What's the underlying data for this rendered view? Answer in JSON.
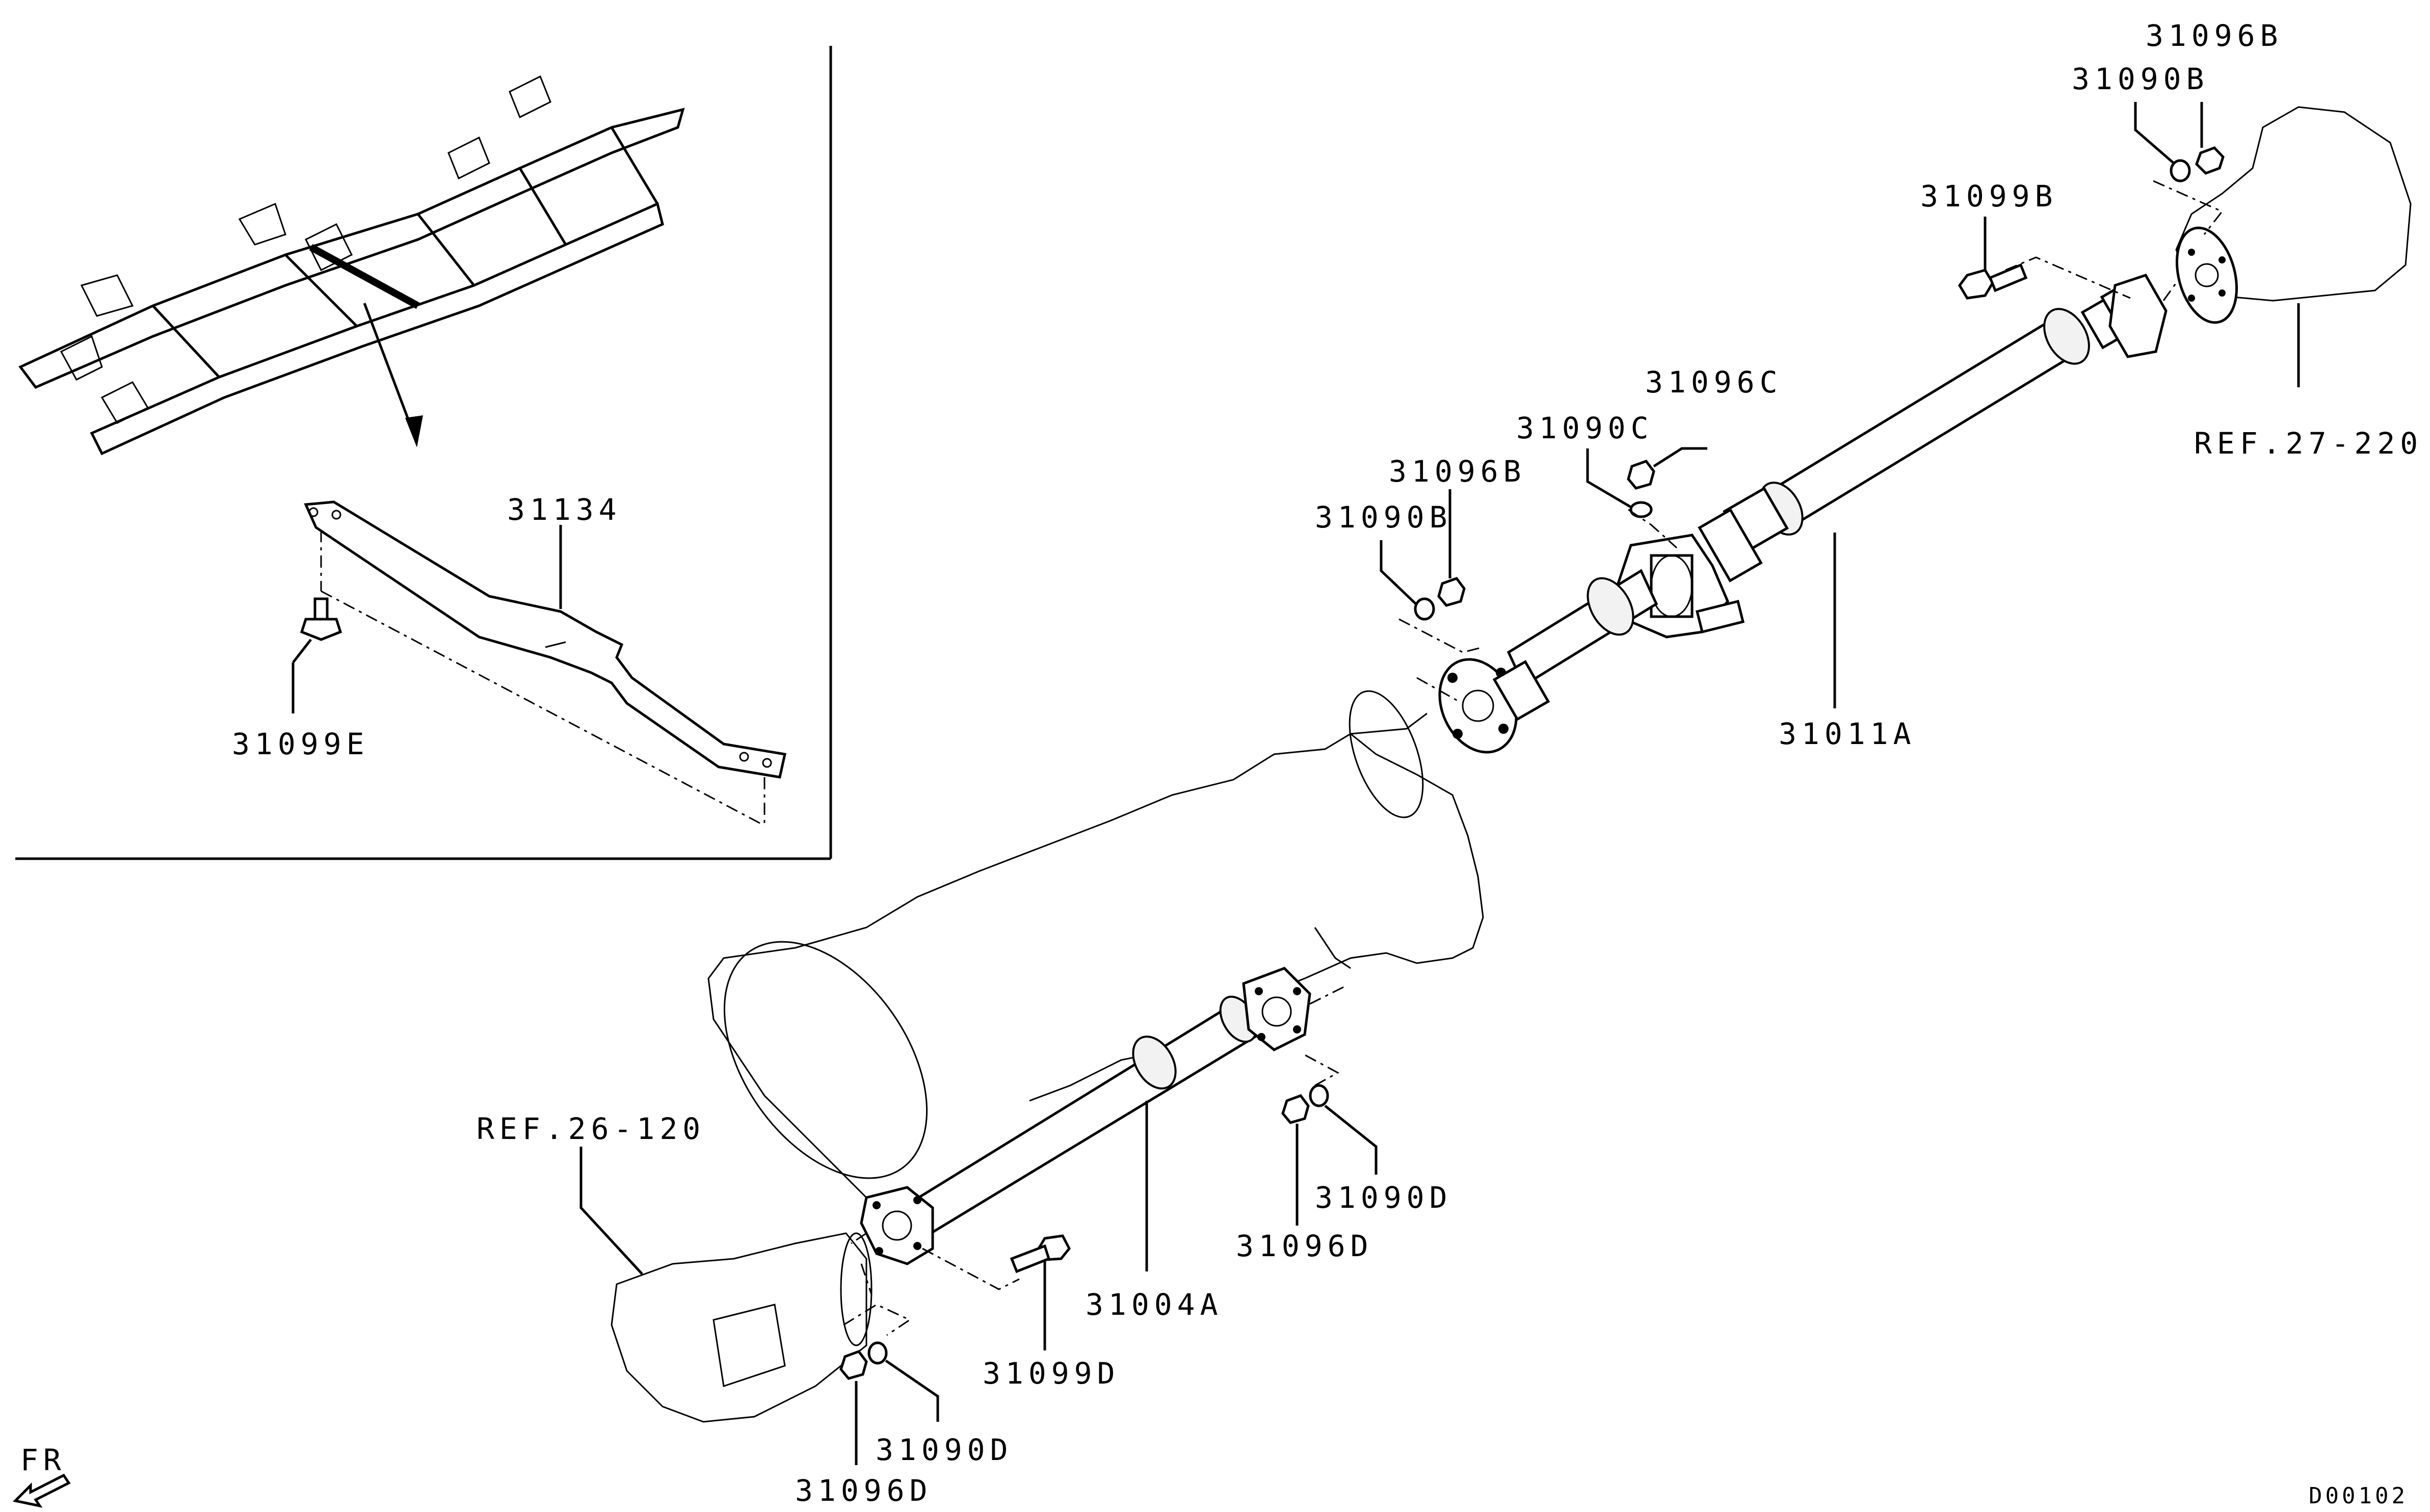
{
  "parts": {
    "p31096B_top": "31096B",
    "p31090B_top": "31090B",
    "p31099B": "31099B",
    "p31096C": "31096C",
    "p31090C": "31090C",
    "p31096B_mid": "31096B",
    "p31090B_mid": "31090B",
    "p31011A": "31011A",
    "p31134": "31134",
    "p31099E": "31099E",
    "p31004A": "31004A",
    "p31090D_right": "31090D",
    "p31096D_right": "31096D",
    "p31099D": "31099D",
    "p31090D_bottom": "31090D",
    "p31096D_bottom": "31096D"
  },
  "refs": {
    "ref_27_220": "REF.27-220",
    "ref_26_120": "REF.26-120"
  },
  "direction": "FR",
  "diagram_code": "D00102"
}
